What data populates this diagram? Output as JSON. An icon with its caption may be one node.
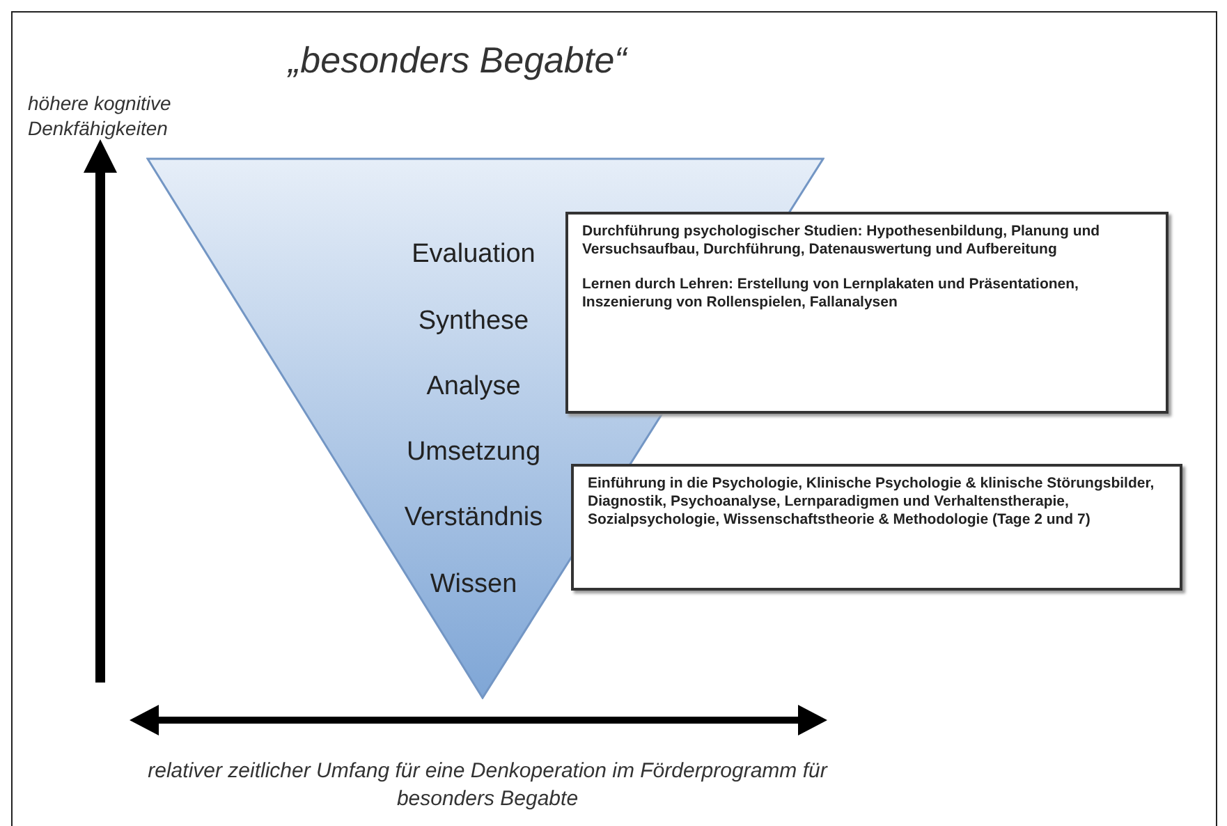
{
  "diagram": {
    "title": "„besonders Begabte“",
    "nodes": [
      {
        "text": [
          "Evaluation",
          "Synthese",
          "Analyse",
          "Umsetzung",
          "Verständnis",
          "Wissen"
        ]
      },
      {
        "text": [
          "Durchführung psychologischer Studien: Hypothesenbildung, Planung und Versuchsaufbau, Durchführung, Datenauswertung und Aufbereitung",
          "Lernen durch Lehren: Erstellung von Lernplakaten und Präsentationen, Inszenierung von Rollenspielen, Fallanalysen"
        ]
      },
      {
        "text": [
          "Einführung in die Psychologie, Klinische Psychologie & klinische Störungsbilder,  Diagnostik, Psychoanalyse, Lernparadigmen und Verhaltenstherapie, Sozialpsychologie, Wissenschaftstheorie & Methodologie (Tage 2 und 7)"
        ]
      }
    ],
    "labels": [
      "höhere kognitive Denkfähigkeiten",
      "relativer zeitlicher Umfang für eine Denkoperation im Förderprogramm für besonders Begabte"
    ]
  }
}
